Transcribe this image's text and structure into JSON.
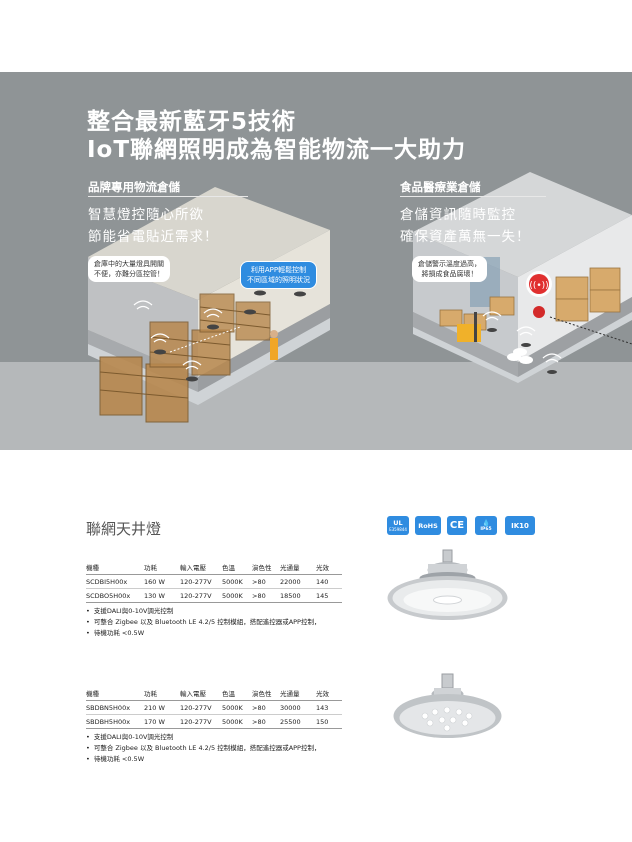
{
  "hero": {
    "title_line1": "整合最新藍牙5技術",
    "title_line2": "IoT聯網照明成為智能物流一大助力",
    "left": {
      "heading": "品牌專用物流倉儲",
      "line1": "智慧燈控隨心所欲",
      "line2": "節能省電貼近需求！",
      "bubble_gray": [
        "倉庫中的大量燈具開關",
        "不便，亦難分區控管！"
      ],
      "bubble_blue": [
        "利用APP輕鬆控制",
        "不同區域的照明狀況"
      ]
    },
    "right": {
      "heading": "食品醫療業倉儲",
      "line1": "倉儲資訊隨時監控",
      "line2": "確保資產萬無一失！",
      "bubble_gray": [
        "倉儲警示溫度過高，",
        "將損成食品腐壞！"
      ]
    }
  },
  "product": {
    "title": "聯網天井燈",
    "certs": [
      "UL",
      "RoHS",
      "CE",
      "IP65",
      "IK10"
    ],
    "cert_ip_label": "IP65",
    "cert_ul_sub": "E359844",
    "table_headers": [
      "機種",
      "功耗",
      "輸入電壓",
      "色溫",
      "演色性",
      "光通量",
      "光效"
    ],
    "table1": [
      [
        "SCDBI5H00x",
        "160 W",
        "120-277V",
        "5000K",
        ">80",
        "22000",
        "140"
      ],
      [
        "SCDBO5H00x",
        "130 W",
        "120-277V",
        "5000K",
        ">80",
        "18500",
        "145"
      ]
    ],
    "table2": [
      [
        "SBDBN5H00x",
        "210 W",
        "120-277V",
        "5000K",
        ">80",
        "30000",
        "143"
      ],
      [
        "SBDBH5H00x",
        "170 W",
        "120-277V",
        "5000K",
        ">80",
        "25500",
        "150"
      ]
    ],
    "bullets1": [
      "支援DALI與0-10V調光控制",
      "可整合 Zigbee 以及 Bluetooth LE 4.2/5 控制模組，搭配遙控器或APP控制，",
      "待機功耗 <0.5W"
    ],
    "bullets2": [
      "支援DALI與0-10V調光控制",
      "可整合 Zigbee 以及 Bluetooth LE 4.2/5 控制模組，搭配遙控器或APP控制，",
      "待機功耗 <0.5W"
    ]
  }
}
